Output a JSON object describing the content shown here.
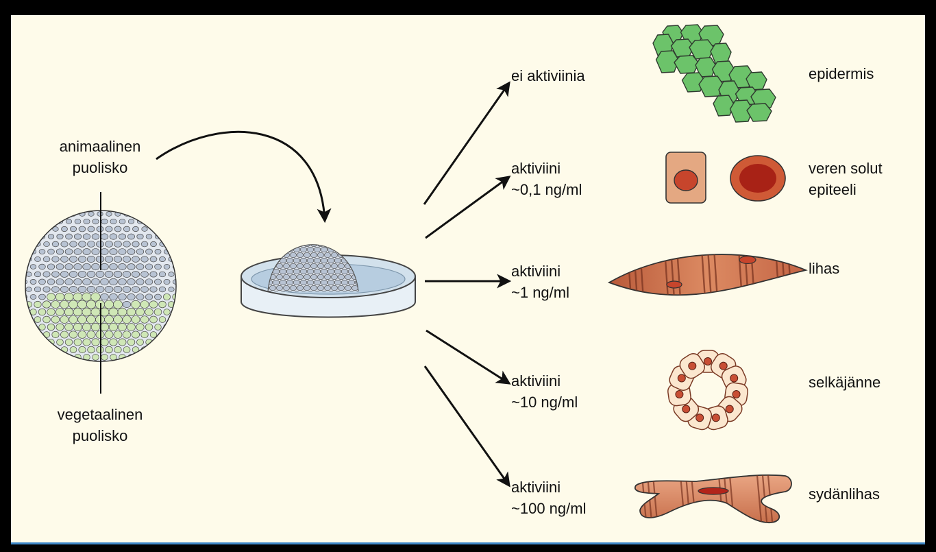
{
  "colors": {
    "background": "#fefbea",
    "frame": "#000000",
    "bottom_rule": "#3d87c8",
    "animal_cells": "#b8c3d3",
    "vegetal_cells": "#cfe7b6",
    "epidermis": "#6cc36a",
    "muscle": "#c96a45",
    "blood_cell": "#c44a30",
    "notochord_cell": "#fbe7cf",
    "nucleus": "#c84e34"
  },
  "left": {
    "animal_label": "animaalinen\npuolisko",
    "vegetal_label": "vegetaalinen\npuolisko"
  },
  "conditions": [
    {
      "label": "ei aktiviinia",
      "cell_type": "epidermis",
      "icon": "epidermis-cells"
    },
    {
      "label": "aktiviini\n~0,1 ng/ml",
      "cell_type": "veren solut\nepiteeli",
      "icon": "blood-epithelial-cells"
    },
    {
      "label": "aktiviini\n~1 ng/ml",
      "cell_type": "lihas",
      "icon": "muscle-cell"
    },
    {
      "label": "aktiviini\n~10 ng/ml",
      "cell_type": "selkäjänne",
      "icon": "notochord-ring"
    },
    {
      "label": "aktiviini\n~100 ng/ml",
      "cell_type": "sydänlihas",
      "icon": "heart-muscle-cell"
    }
  ]
}
